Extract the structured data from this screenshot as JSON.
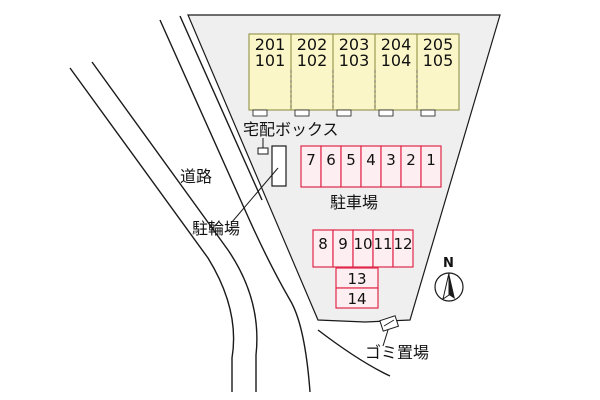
{
  "labels": {
    "road": "道路",
    "delivery_box": "宅配ボックス",
    "bicycle_parking": "駐輪場",
    "car_parking": "駐車場",
    "garbage": "ゴミ置場",
    "north": "N"
  },
  "building_units": [
    {
      "upper": "201",
      "lower": "101"
    },
    {
      "upper": "202",
      "lower": "102"
    },
    {
      "upper": "203",
      "lower": "103"
    },
    {
      "upper": "204",
      "lower": "104"
    },
    {
      "upper": "205",
      "lower": "105"
    }
  ],
  "parking_row_1": [
    "7",
    "6",
    "5",
    "4",
    "3",
    "2",
    "1"
  ],
  "parking_row_2": [
    "8",
    "9",
    "10",
    "11",
    "12"
  ],
  "parking_stack": [
    "13",
    "14"
  ],
  "colors": {
    "lot_fill": "#efefef",
    "building_fill": "#fbf6c8",
    "building_border": "#8a8a3a",
    "parking_border": "#e0284a",
    "parking_fill": "#fdeef1",
    "line": "#1a1a1a"
  }
}
